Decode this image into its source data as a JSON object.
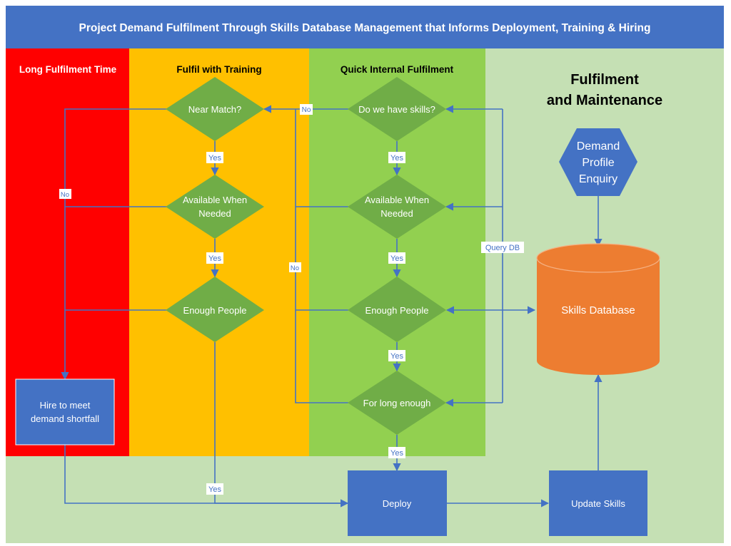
{
  "title": "Project Demand Fulfilment Through Skills Database Management that Informs Deployment, Training & Hiring",
  "colors": {
    "title_bar": "#4472C4",
    "lane_red": "#FF0000",
    "lane_orange": "#FFC000",
    "lane_green": "#92D050",
    "lane_pale": "#C5E0B4",
    "decision": "#70AD47",
    "process": "#4472C4",
    "database": "#ED7D31",
    "connector": "#4472C4"
  },
  "lanes": {
    "long": "Long Fulfilment Time",
    "training": "Fulfil with Training",
    "quick": "Quick Internal Fulfilment",
    "maintenance_line1": "Fulfilment",
    "maintenance_line2": "and Maintenance"
  },
  "decisions": {
    "near_match": "Near Match?",
    "available_training_line1": "Available When",
    "available_training_line2": "Needed",
    "enough_training": "Enough People",
    "have_skills": "Do we have skills?",
    "available_quick_line1": "Available When",
    "available_quick_line2": "Needed",
    "enough_quick": "Enough People",
    "long_enough": "For long enough"
  },
  "processes": {
    "hire_line1": "Hire to meet",
    "hire_line2": "demand shortfall",
    "deploy": "Deploy",
    "update_skills": "Update Skills"
  },
  "hexagon": {
    "line1": "Demand",
    "line2": "Profile",
    "line3": "Enquiry"
  },
  "database": "Skills Database",
  "edge_labels": {
    "yes": "Yes",
    "no": "No",
    "query_db": "Query DB"
  }
}
